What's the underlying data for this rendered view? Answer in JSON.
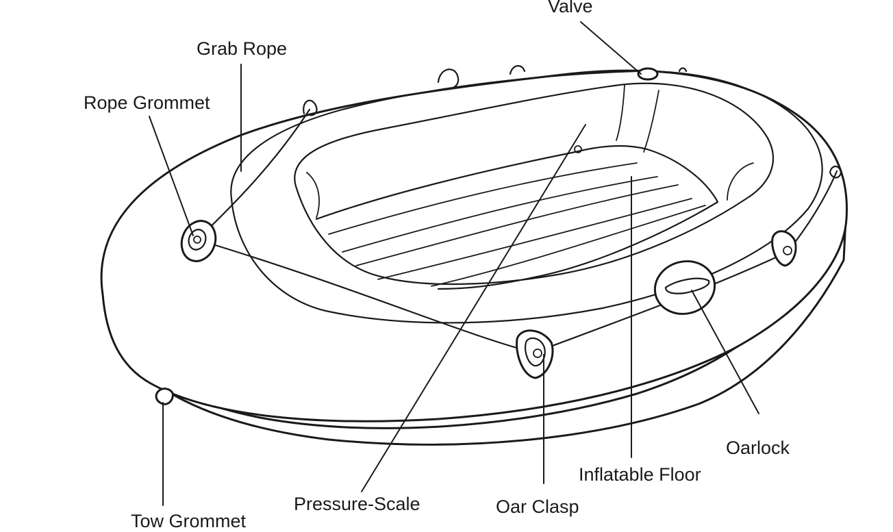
{
  "diagram": {
    "colors": {
      "ink": "#1a1a1a",
      "background": "#ffffff"
    },
    "labels": {
      "valve": "Valve",
      "grab_rope": "Grab Rope",
      "rope_grommet": "Rope Grommet",
      "oarlock": "Oarlock",
      "inflatable_floor": "Inflatable Floor",
      "pressure_scale": "Pressure-Scale",
      "oar_clasp": "Oar Clasp",
      "tow_grommet": "Tow Grommet"
    }
  }
}
